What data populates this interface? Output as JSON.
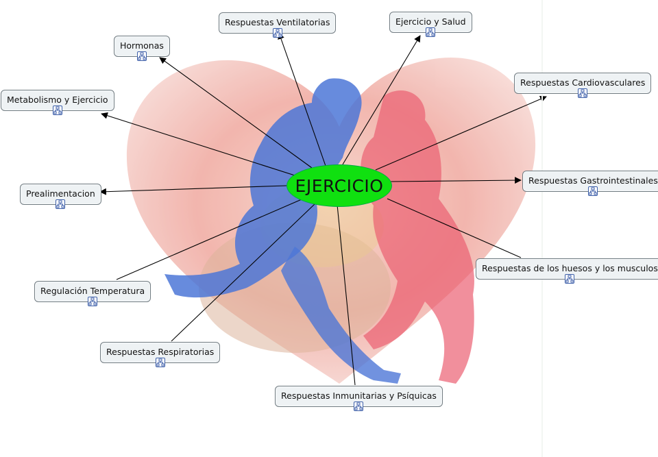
{
  "center": {
    "label": "EJERCICIO",
    "color": "#10e010"
  },
  "nodes": {
    "respuestas_ventilatorias": "Respuestas Ventilatorias",
    "ejercicio_salud": "Ejercicio y Salud",
    "hormonas": "Hormonas",
    "metabolismo": "Metabolismo y Ejercicio",
    "cardiovasculares": "Respuestas Cardiovasculares",
    "gastrointestinales": "Respuestas Gastrointestinales",
    "prealimentacion": "Prealimentacion",
    "huesos_musculos": "Respuestas de los huesos y los musculos",
    "temperatura": "Regulación Temperatura",
    "respiratorias": "Respuestas Respiratorias",
    "inmunitarias": "Respuestas Inmunitarias y Psíquicas"
  },
  "icons": {
    "submap": "concept-submap-icon"
  }
}
